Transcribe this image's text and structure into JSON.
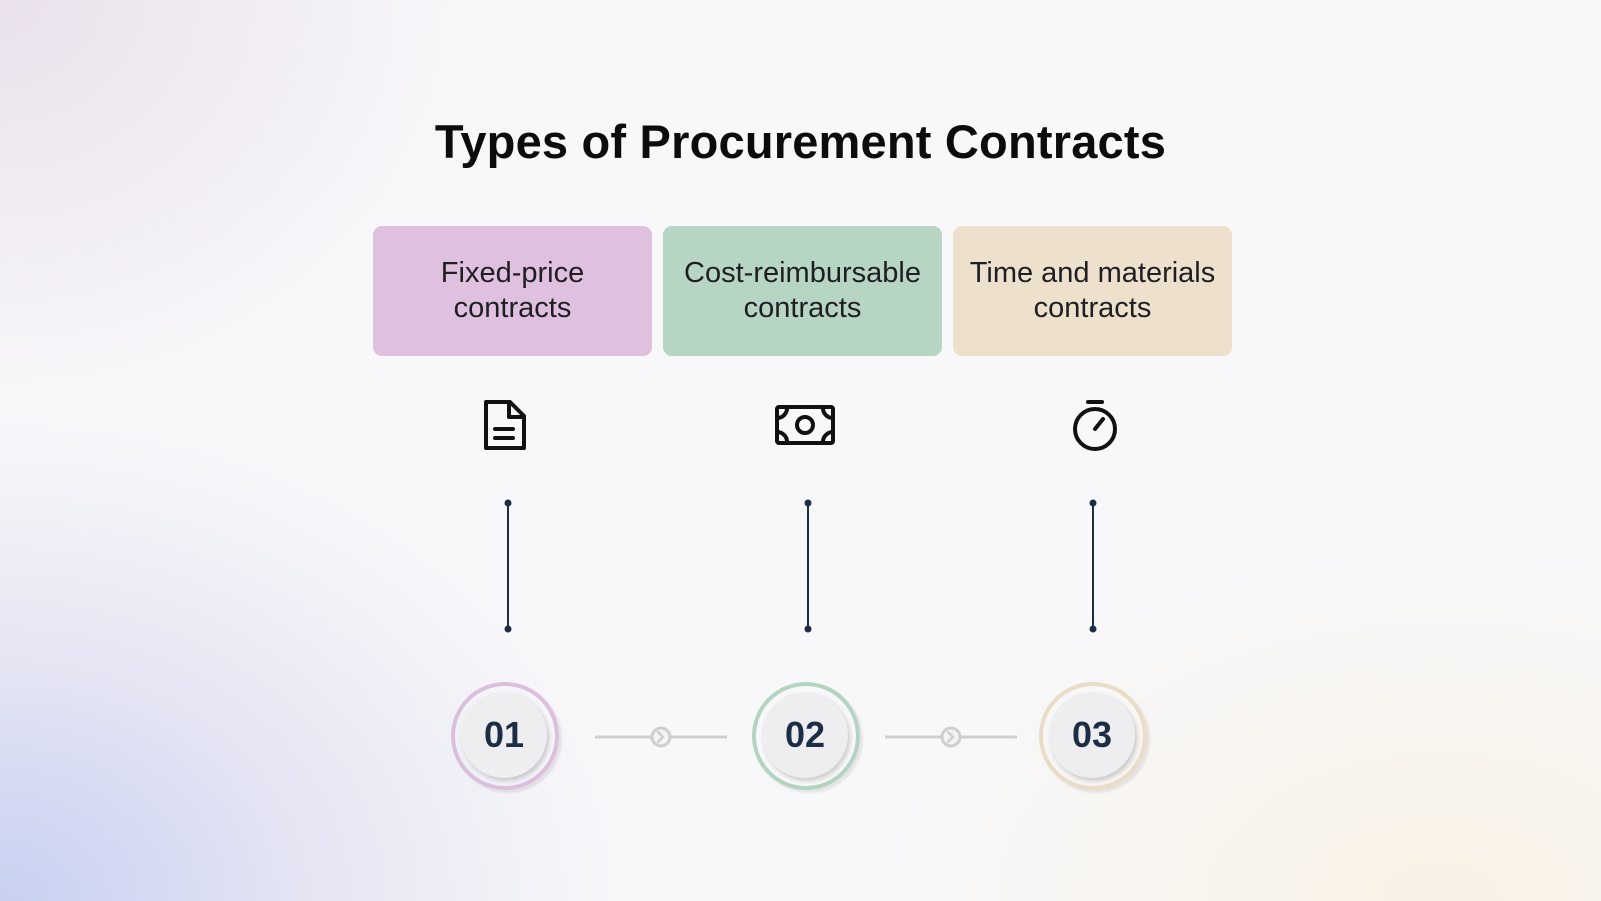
{
  "title": "Types of Procurement Contracts",
  "colors": {
    "accent_pink": "#dfc0de",
    "accent_green": "#b7d5c3",
    "accent_beige": "#ede0cc",
    "line": "#1c2d46"
  },
  "steps": [
    {
      "number": "01",
      "label": "Fixed-price contracts",
      "icon": "document-icon",
      "color": "#dfc0de",
      "ring": "#dcbfdc"
    },
    {
      "number": "02",
      "label": "Cost-reimbursable contracts",
      "icon": "money-bill-icon",
      "color": "#b7d5c3",
      "ring": "#b3d4c1"
    },
    {
      "number": "03",
      "label": "Time and materials contracts",
      "icon": "stopwatch-icon",
      "color": "#ede0cc",
      "ring": "#eadcc6"
    }
  ]
}
